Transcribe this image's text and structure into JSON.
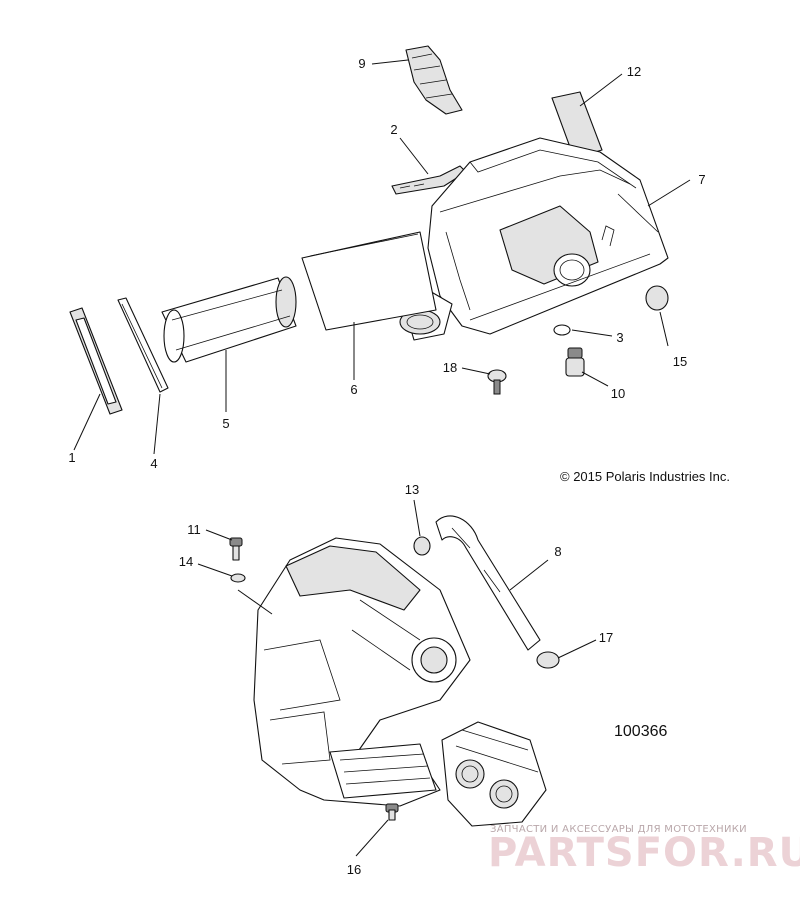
{
  "callouts": [
    {
      "id": "1",
      "label": "1"
    },
    {
      "id": "2",
      "label": "2"
    },
    {
      "id": "3",
      "label": "3"
    },
    {
      "id": "4",
      "label": "4"
    },
    {
      "id": "5",
      "label": "5"
    },
    {
      "id": "6",
      "label": "6"
    },
    {
      "id": "7",
      "label": "7"
    },
    {
      "id": "8",
      "label": "8"
    },
    {
      "id": "9",
      "label": "9"
    },
    {
      "id": "10",
      "label": "10"
    },
    {
      "id": "11",
      "label": "11"
    },
    {
      "id": "12",
      "label": "12"
    },
    {
      "id": "13",
      "label": "13"
    },
    {
      "id": "14",
      "label": "14"
    },
    {
      "id": "15",
      "label": "15"
    },
    {
      "id": "16",
      "label": "16"
    },
    {
      "id": "17",
      "label": "17"
    },
    {
      "id": "18",
      "label": "18"
    }
  ],
  "copyright": "© 2015 Polaris Industries Inc.",
  "figure_number": "100366",
  "watermark": {
    "tagline": "ЗАПЧАСТИ И АКСЕССУАРЫ ДЛЯ МОТОТЕХНИКИ",
    "logo_text": "PARTSFOR.RU"
  }
}
